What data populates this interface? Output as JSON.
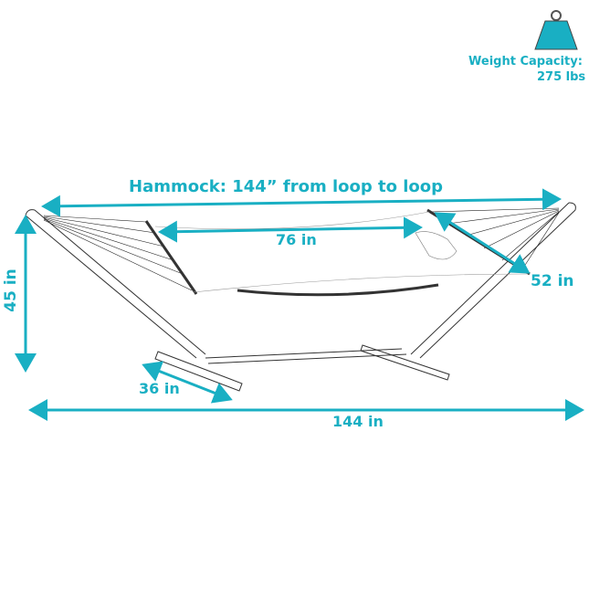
{
  "accent_color": "#19afc3",
  "weight_badge": {
    "icon": "weight-icon",
    "label": "Weight Capacity:",
    "value": "275 lbs"
  },
  "dimensions": {
    "hammock_length": "Hammock: 144” from loop to loop",
    "bed_length": "76 in",
    "bed_width": "52 in",
    "height": "45 in",
    "base_width": "36 in",
    "stand_length": "144 in"
  }
}
